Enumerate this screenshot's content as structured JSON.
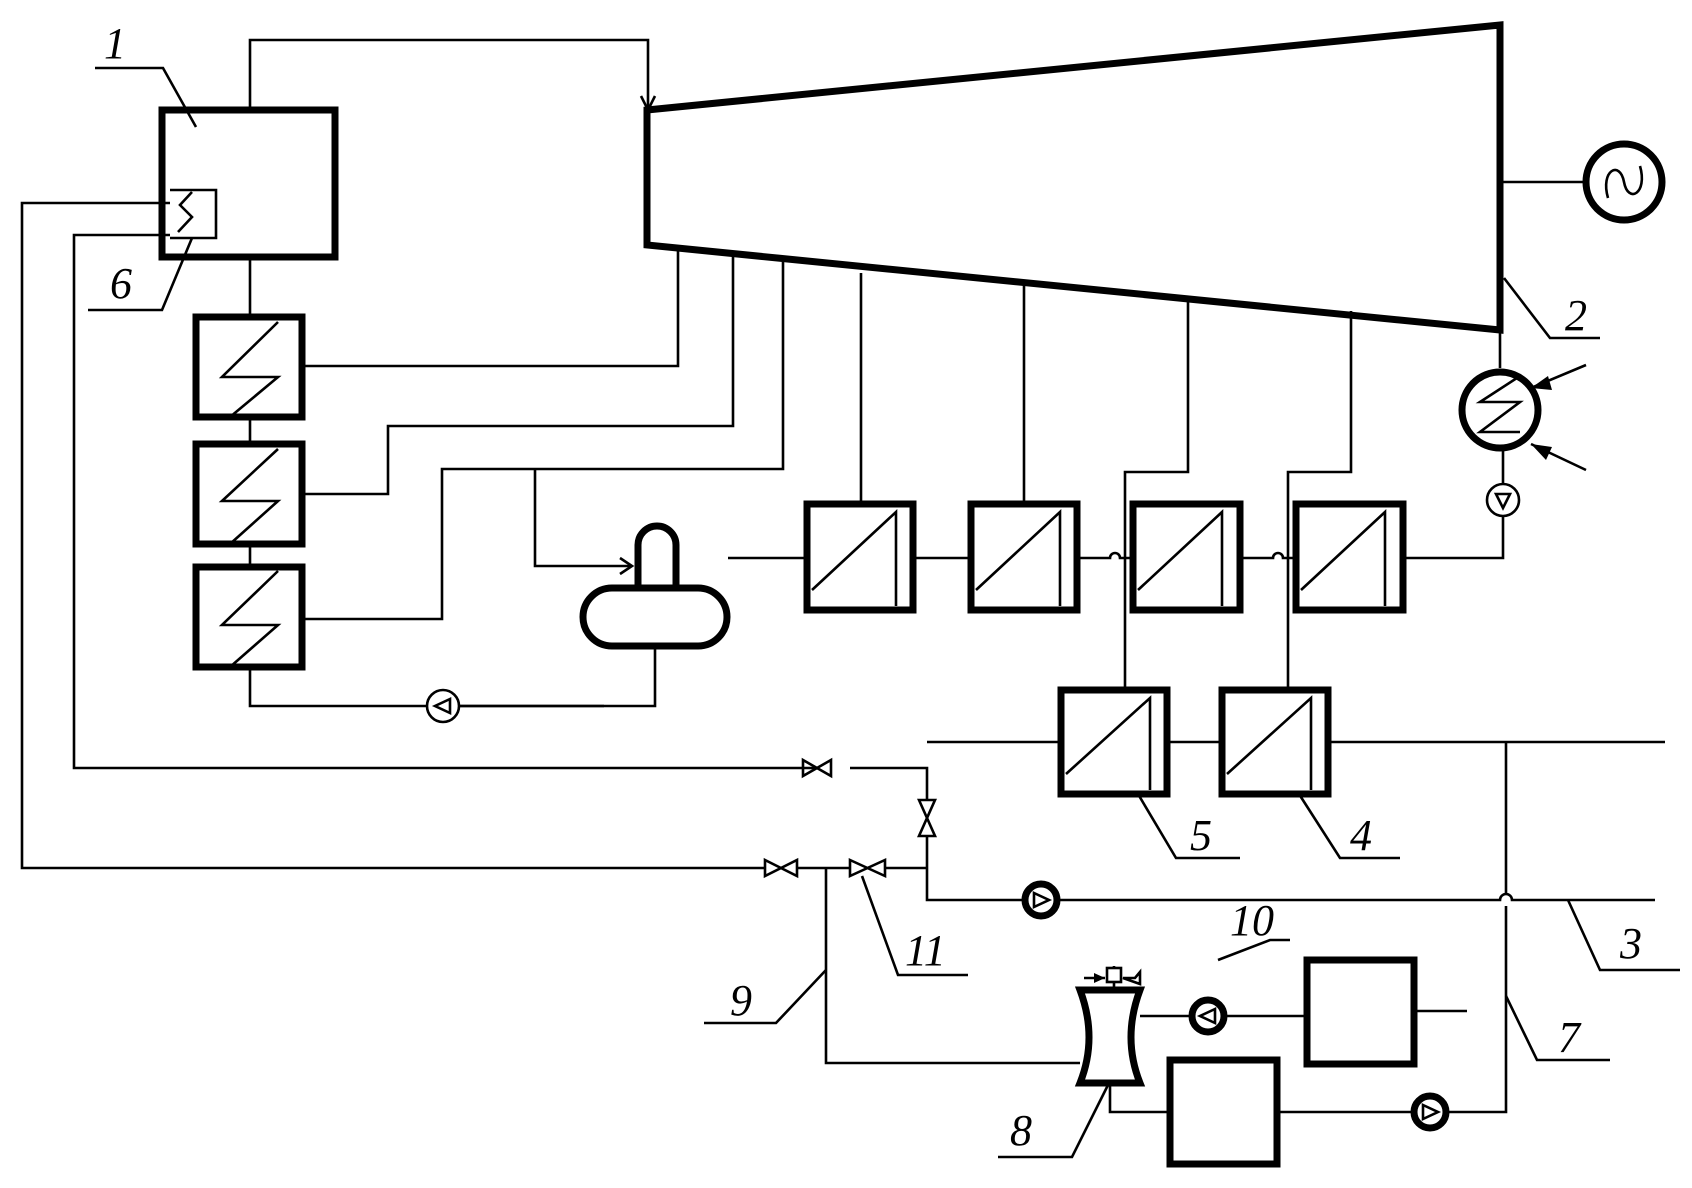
{
  "labels": {
    "boiler": "1",
    "turbine": "2",
    "heat_network_return": "3",
    "heater_4": "4",
    "heater_5": "5",
    "boiler_coil": "6",
    "line_7": "7",
    "ejector": "8",
    "line_9": "9",
    "tank_10": "10",
    "valve_11": "11"
  }
}
